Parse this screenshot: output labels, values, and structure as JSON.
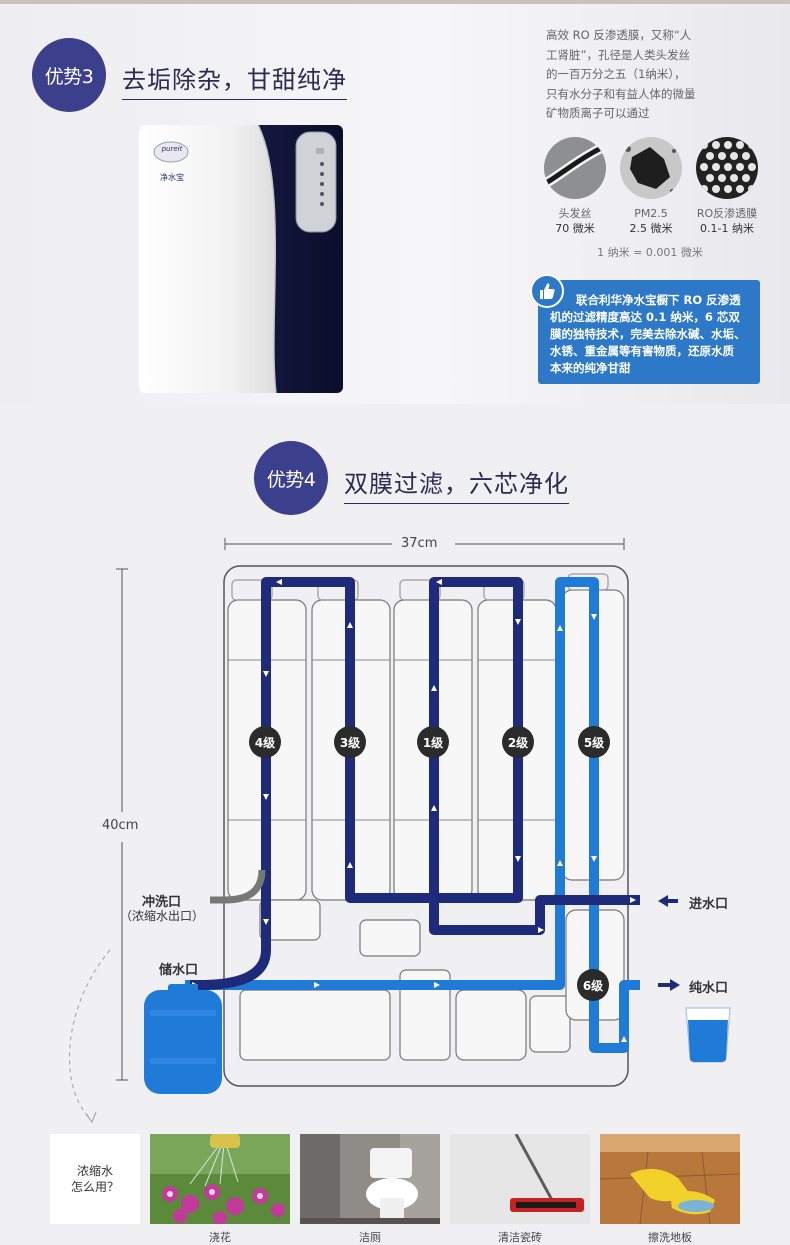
{
  "section3": {
    "badge": "优势3",
    "title": "去垢除杂，甘甜纯净",
    "product_brand": "pureit",
    "product_name": "净水宝",
    "description_lines": [
      "高效 RO 反渗透膜，又称“人",
      "工肾脏”，孔径是人类头发丝",
      "的一百万分之五（1纳米），",
      "只有水分子和有益人体的微量",
      "矿物质离子可以通过"
    ],
    "comparisons": [
      {
        "name": "头发丝",
        "value": "70 微米"
      },
      {
        "name": "PM2.5",
        "value": "2.5 微米"
      },
      {
        "name": "RO反渗透膜",
        "value": "0.1-1 纳米"
      }
    ],
    "formula": "1 纳米 = 0.001 微米",
    "highlight_lines": [
      "联合利华净水宝橱下 RO 反渗透",
      "机的过滤精度高达 0.1 纳米，6 芯双",
      "膜的独特技术，完美去除水碱、水垢、",
      "水锈、重金属等有害物质，还原水质",
      "本来的纯净甘甜"
    ]
  },
  "section4": {
    "badge": "优势4",
    "title": "双膜过滤，六芯净化",
    "width_label": "37cm",
    "height_label": "40cm",
    "stages": [
      "4级",
      "3级",
      "1级",
      "2级",
      "5级",
      "6级"
    ],
    "ports": {
      "flush": "冲洗口",
      "flush_sub": "（浓缩水出口）",
      "storage": "储水口",
      "inlet": "进水口",
      "pure": "纯水口"
    },
    "colors": {
      "dark_flow": "#1e2b7a",
      "light_flow": "#1f7ad8",
      "badge": "#3b3f8c"
    }
  },
  "uses": {
    "question_lines": [
      "浓缩水",
      "怎么用？"
    ],
    "items": [
      "浇花",
      "洁厕",
      "清洁瓷砖",
      "擦洗地板"
    ]
  }
}
